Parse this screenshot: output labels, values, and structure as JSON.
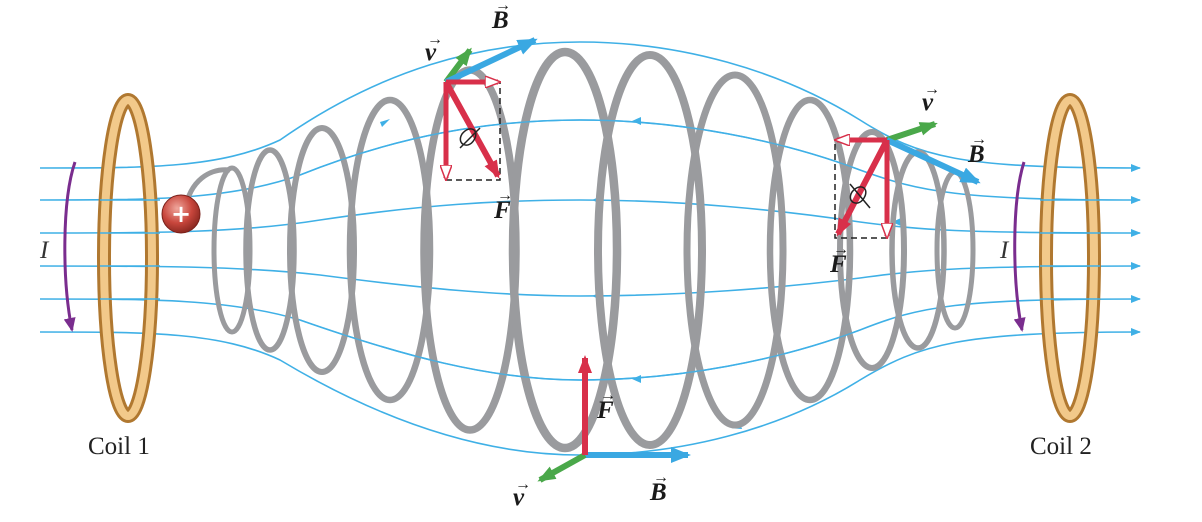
{
  "coils": {
    "left_label": "Coil 1",
    "right_label": "Coil 2",
    "current_symbol": "I"
  },
  "particle": {
    "charge_symbol": "+"
  },
  "vectors": {
    "velocity_symbol": "v",
    "field_symbol": "B",
    "force_symbol": "F",
    "arrow_mark": "→"
  },
  "colors": {
    "field_lines": "#3fb0e6",
    "helix": "#9a9b9e",
    "coil": "#e9b46a",
    "current_arrow": "#7a2d8e",
    "force": "#d8304a",
    "force_component": "#ee8aa0",
    "velocity": "#4aa84a",
    "field_vector": "#3aa8e2",
    "charge": "#c8463c"
  }
}
